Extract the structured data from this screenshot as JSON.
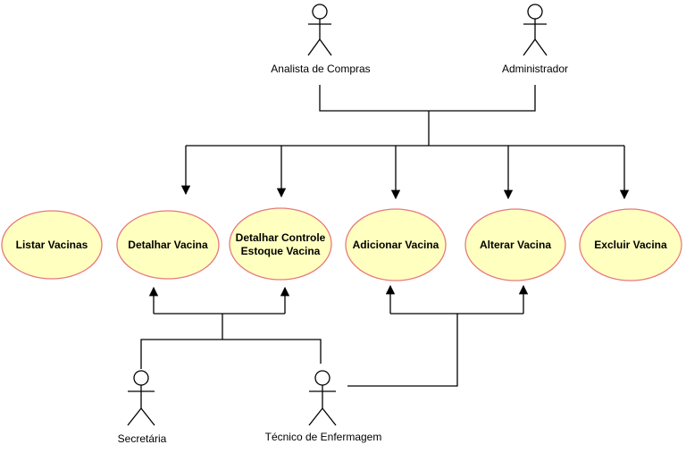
{
  "actors": {
    "analista": {
      "label": "Analista de Compras"
    },
    "administrador": {
      "label": "Administrador"
    },
    "secretaria": {
      "label": "Secretária"
    },
    "tecnico": {
      "label": "Técnico de Enfermagem"
    }
  },
  "use_cases": {
    "listar": {
      "line1": "Listar Vacinas"
    },
    "detalhar": {
      "line1": "Detalhar Vacina"
    },
    "controle": {
      "line1": "Detalhar Controle",
      "line2": "Estoque Vacina"
    },
    "adicionar": {
      "line1": "Adicionar Vacina"
    },
    "alterar": {
      "line1": "Alterar Vacina"
    },
    "excluir": {
      "line1": "Excluir Vacina"
    }
  },
  "colors": {
    "usecase_fill": "#ffffc0",
    "usecase_stroke": "#e8797c",
    "line": "#000000",
    "actor_fill": "#ffffff"
  }
}
